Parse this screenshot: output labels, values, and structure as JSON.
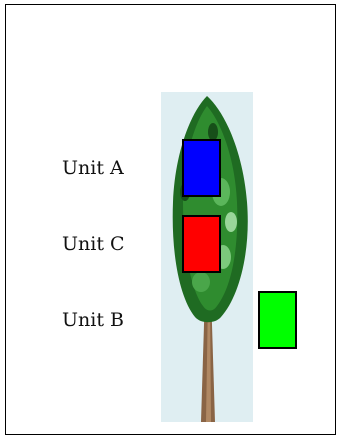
{
  "figure": {
    "units": [
      {
        "label": "Unit A",
        "color": "#0000ff"
      },
      {
        "label": "Unit C",
        "color": "#ff0000"
      },
      {
        "label": "Unit B",
        "color": "#00ff00"
      }
    ],
    "tree_image": "poplar-tree"
  }
}
